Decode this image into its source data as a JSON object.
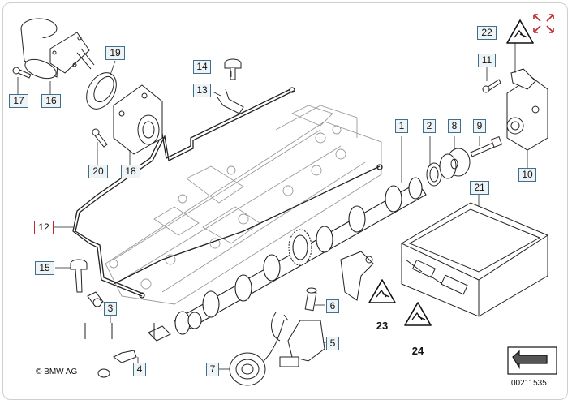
{
  "parts": [
    {
      "id": "p1",
      "label": "1"
    },
    {
      "id": "p2",
      "label": "2"
    },
    {
      "id": "p3",
      "label": "3"
    },
    {
      "id": "p4",
      "label": "4"
    },
    {
      "id": "p5",
      "label": "5"
    },
    {
      "id": "p6",
      "label": "6"
    },
    {
      "id": "p7",
      "label": "7"
    },
    {
      "id": "p8",
      "label": "8"
    },
    {
      "id": "p9",
      "label": "9"
    },
    {
      "id": "p10",
      "label": "10"
    },
    {
      "id": "p11",
      "label": "11"
    },
    {
      "id": "p12",
      "label": "12",
      "highlighted": true
    },
    {
      "id": "p13",
      "label": "13"
    },
    {
      "id": "p14",
      "label": "14"
    },
    {
      "id": "p15",
      "label": "15"
    },
    {
      "id": "p16",
      "label": "16"
    },
    {
      "id": "p17",
      "label": "17"
    },
    {
      "id": "p18",
      "label": "18"
    },
    {
      "id": "p19",
      "label": "19"
    },
    {
      "id": "p20",
      "label": "20"
    },
    {
      "id": "p21",
      "label": "21"
    },
    {
      "id": "p22",
      "label": "22"
    },
    {
      "id": "p23",
      "label": "23"
    },
    {
      "id": "p24",
      "label": "24"
    }
  ],
  "copyright": "© BMW AG",
  "diagram_number": "00211535",
  "expand_icon": "expand-arrows-icon",
  "colors": {
    "highlight": "#c0262c",
    "label_border": "#3e6f8c",
    "label_fill": "#eef3f6",
    "line": "#222222",
    "ghost": "#9a9a9a"
  }
}
